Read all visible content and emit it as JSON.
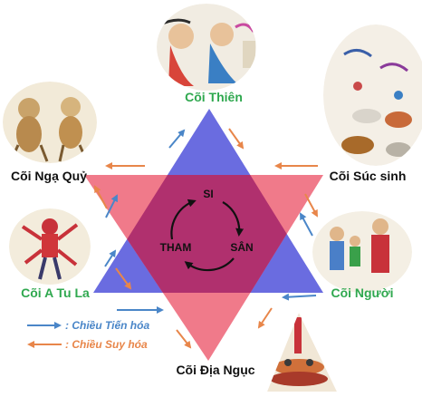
{
  "realms": {
    "top": {
      "label": "Cõi Thiên",
      "color": "#2fa84f"
    },
    "upper_left": {
      "label": "Cõi Ngạ Quỷ",
      "color": "#111111"
    },
    "upper_right": {
      "label": "Cõi Súc sinh",
      "color": "#111111"
    },
    "lower_left": {
      "label": "Cõi A Tu La",
      "color": "#2fa84f"
    },
    "lower_right": {
      "label": "Cõi Người",
      "color": "#2fa84f"
    },
    "bottom": {
      "label": "Cõi Địa Ngục",
      "color": "#111111"
    }
  },
  "cycle": {
    "top": "SI",
    "left": "THAM",
    "right": "SÂN"
  },
  "legend": [
    {
      "label": ": Chiều Tiến hóa",
      "color": "#4a86c8"
    },
    {
      "label": ": Chiều Suy hóa",
      "color": "#e8864a"
    }
  ],
  "colors": {
    "triangle_up": "#6a6ce0",
    "triangle_down": "#f07a8a",
    "overlap": "#b0306e",
    "evolution_arrow": "#4a86c8",
    "devolution_arrow": "#e8864a"
  }
}
